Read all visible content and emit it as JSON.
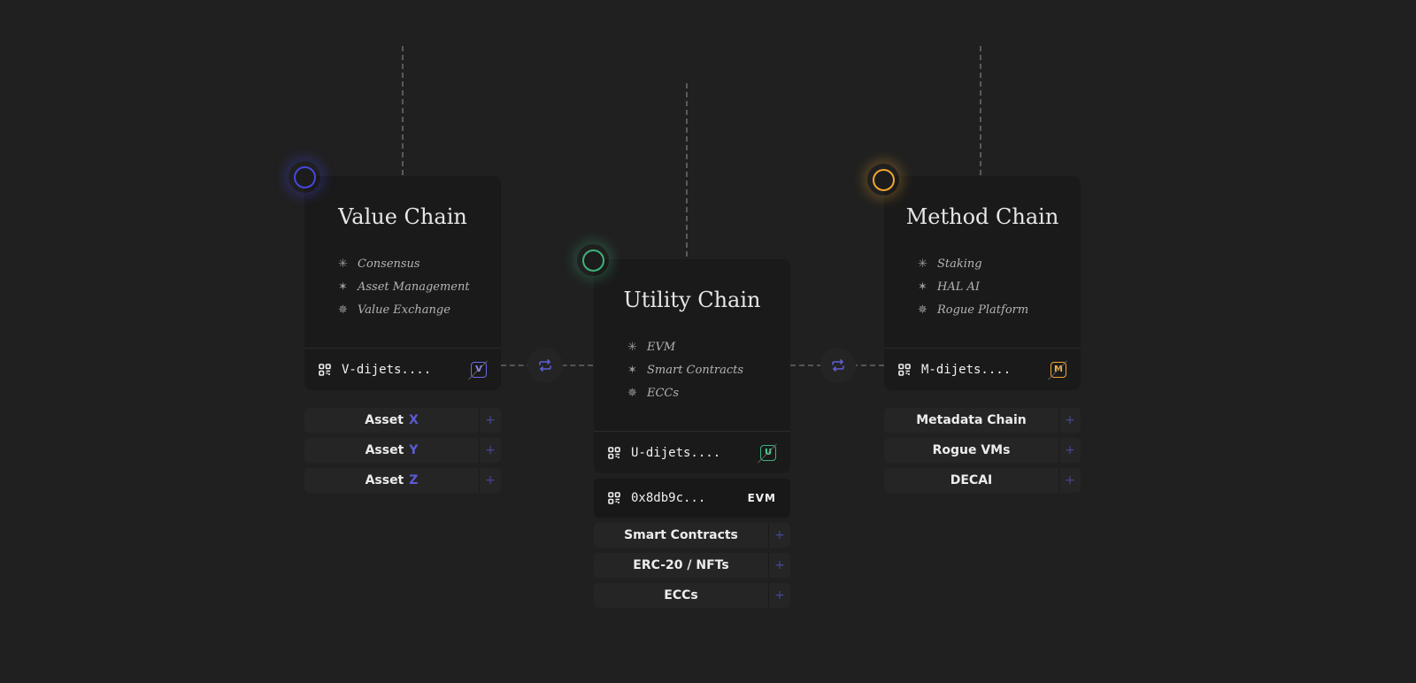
{
  "colors": {
    "value": "#4646e0",
    "utility": "#3bb37a",
    "method": "#f0a530",
    "swap": "#5f5fd8",
    "accent": "#5b5bd6"
  },
  "chains": {
    "value": {
      "title": "Value Chain",
      "features": [
        "Consensus",
        "Asset Management",
        "Value Exchange"
      ],
      "address": "V-dijets....",
      "badge": "V",
      "items": [
        {
          "label": "Asset",
          "accent": "X"
        },
        {
          "label": "Asset",
          "accent": "Y"
        },
        {
          "label": "Asset",
          "accent": "Z"
        }
      ]
    },
    "utility": {
      "title": "Utility Chain",
      "features": [
        "EVM",
        "Smart Contracts",
        "ECCs"
      ],
      "address": "U-dijets....",
      "badge": "U",
      "evm_address": "0x8db9c...",
      "evm_tag": "EVM",
      "items": [
        {
          "label": "Smart Contracts"
        },
        {
          "label": "ERC-20 / NFTs"
        },
        {
          "label": "ECCs"
        }
      ]
    },
    "method": {
      "title": "Method Chain",
      "features": [
        "Staking",
        "HAL AI",
        "Rogue Platform"
      ],
      "address": "M-dijets....",
      "badge": "M",
      "items": [
        {
          "label": "Metadata Chain"
        },
        {
          "label": "Rogue VMs"
        },
        {
          "label": "DECAI"
        }
      ]
    }
  },
  "icons": {
    "feature": "sparkle-icon",
    "address": "qr-code-icon",
    "swap": "swap-arrows-icon",
    "add": "plus-icon"
  },
  "plus_symbol": "+"
}
